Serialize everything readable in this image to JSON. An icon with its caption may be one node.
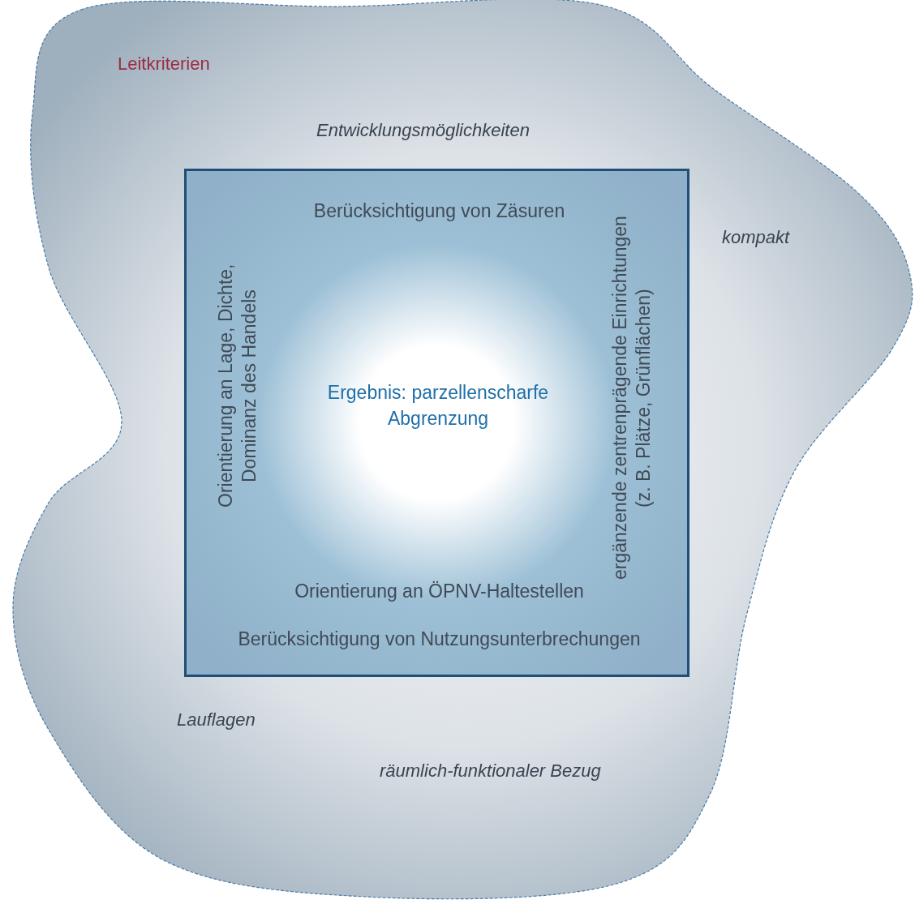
{
  "diagram": {
    "nodes": [
      {
        "text": [
          "Leitkriterien",
          "Entwicklungsmöglichkeiten",
          "kompakt",
          "Lauflagen",
          "räumlich-funktionaler Bezug"
        ]
      },
      {
        "text": [
          "Berücksichtigung von Zäsuren",
          "Orientierung an Lage, Dichte, Dominanz des Handels",
          "ergänzende zentrenprägende Einrichtungen (z. B. Plätze, Grünflächen)",
          "Orientierung an ÖPNV-Haltestellen",
          "Berücksichtigung von Nutzungsunterbrechungen"
        ],
        "in": 0
      },
      {
        "text": [
          "Ergebnis: parzellenscharfe Abgrenzung"
        ],
        "in": 1
      }
    ],
    "edges": []
  }
}
